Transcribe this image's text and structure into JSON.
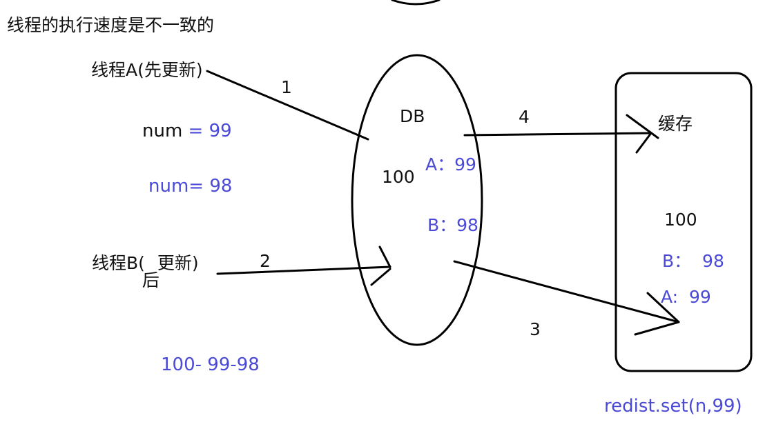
{
  "diagram": {
    "title": "线程的执行速度是不一致的",
    "thread_a": {
      "label": "线程A(先更新)",
      "update_text_prefix": "num",
      "update_text_value": " = 99"
    },
    "thread_b": {
      "label_part1": "线程B(",
      "label_overlap": "后",
      "label_part2": "更新)",
      "update_text": "num= 98"
    },
    "db": {
      "label": "DB",
      "initial_value": "100",
      "write_a": "A：99",
      "write_b": "B：98"
    },
    "cache": {
      "label": "缓存",
      "initial_value": "100",
      "write_b": "B：  98",
      "write_a": "A:  99"
    },
    "steps": {
      "step1": "1",
      "step2": "2",
      "step3": "3",
      "step4": "4"
    },
    "sequence_note": "100- 99-98",
    "code_note": "redist.set(n,99)",
    "colors": {
      "ink": "#111111",
      "annotation_blue": "#4a4ad6",
      "background": "#ffffff"
    }
  }
}
